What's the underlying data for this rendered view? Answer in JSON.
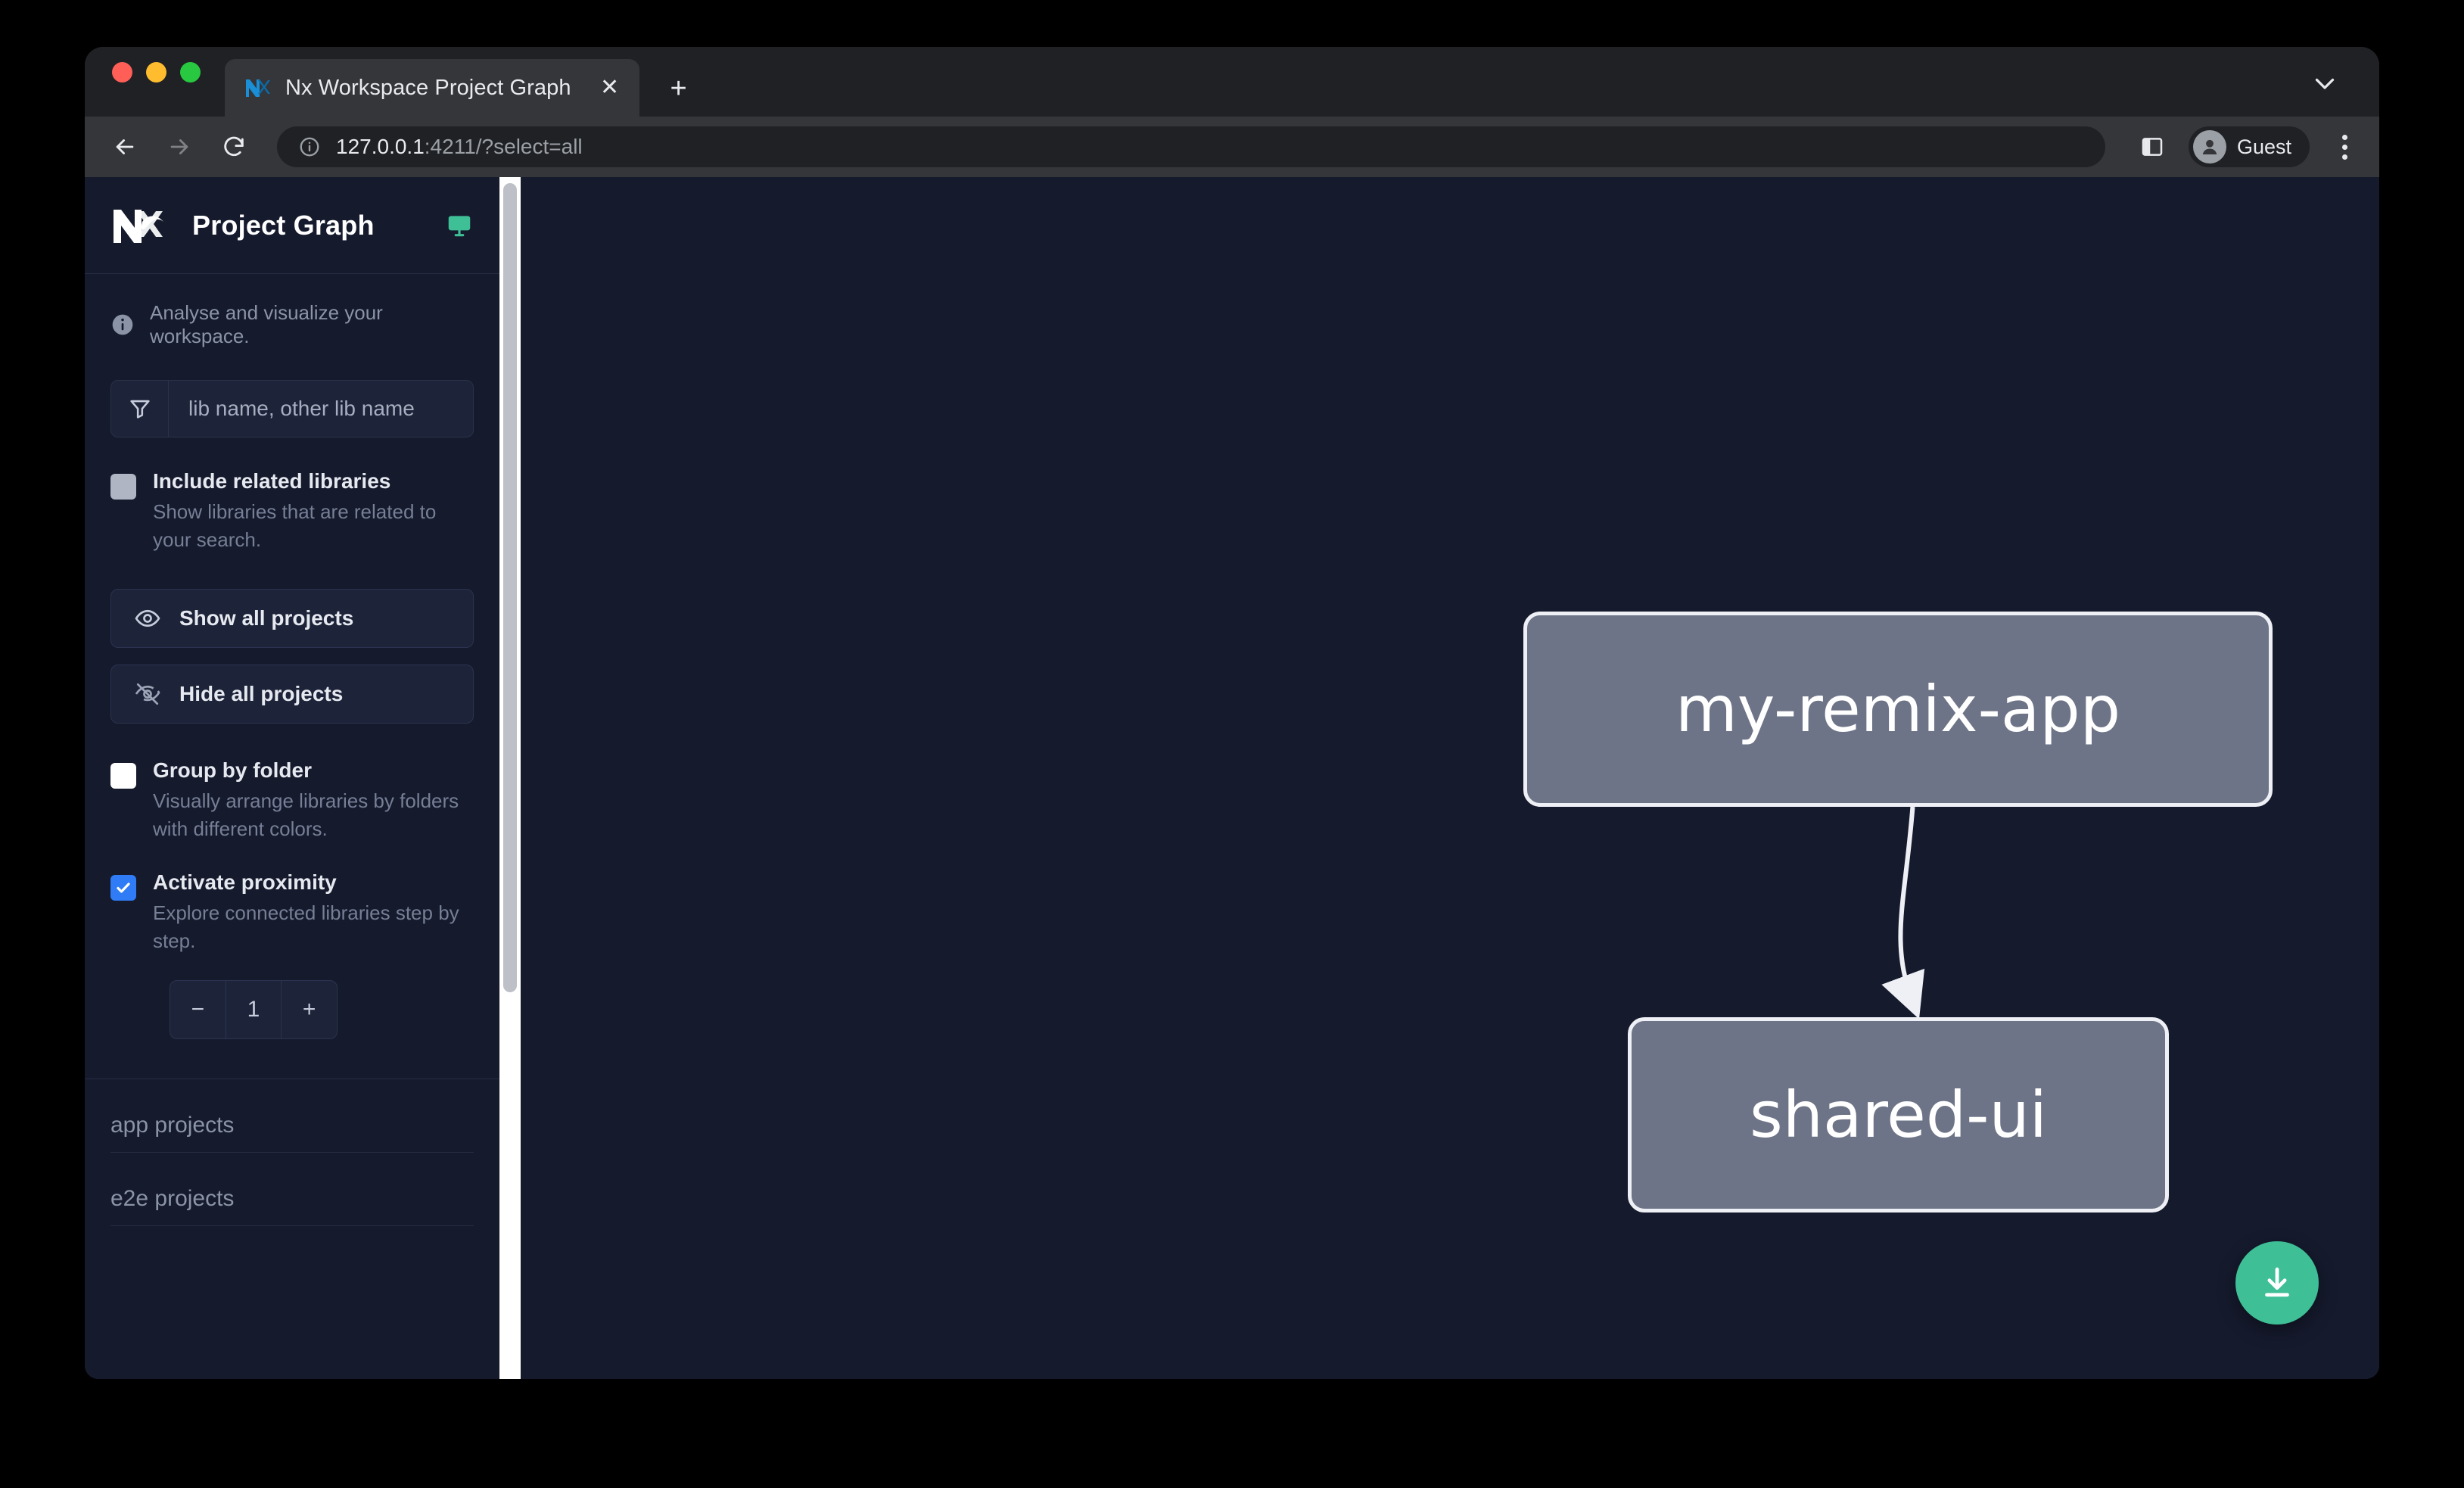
{
  "browser": {
    "tab": {
      "title": "Nx Workspace Project Graph",
      "favicon": "nx-favicon-icon",
      "close_label": "✕"
    },
    "new_tab_label": "+",
    "tab_list_icon": "chevron-down-icon",
    "toolbar": {
      "back_icon": "back-arrow-icon",
      "forward_icon": "forward-arrow-icon",
      "reload_icon": "reload-icon",
      "site_info_icon": "info-circle-icon",
      "url_host": "127.0.0.1",
      "url_rest": ":4211/?select=all",
      "side_panel_icon": "side-panel-icon",
      "profile_name": "Guest",
      "profile_icon": "account-avatar-icon",
      "menu_icon": "kebab-menu-icon"
    }
  },
  "sidebar": {
    "logo": "nx-logo-icon",
    "title": "Project Graph",
    "display_icon": "monitor-icon",
    "info": {
      "icon": "info-icon",
      "text": "Analyse and visualize your workspace."
    },
    "filter": {
      "icon": "funnel-icon",
      "placeholder": "lib name, other lib name",
      "value": ""
    },
    "options": [
      {
        "id": "include-related-libraries",
        "label": "Include related libraries",
        "description": "Show libraries that are related to your search.",
        "checked": false,
        "style": "grey"
      },
      {
        "id": "group-by-folder",
        "label": "Group by folder",
        "description": "Visually arrange libraries by folders with different colors.",
        "checked": false,
        "style": "white"
      },
      {
        "id": "activate-proximity",
        "label": "Activate proximity",
        "description": "Explore connected libraries step by step.",
        "checked": true,
        "style": "blue"
      }
    ],
    "buttons": [
      {
        "id": "show-all-projects",
        "icon": "eye-icon",
        "label": "Show all projects"
      },
      {
        "id": "hide-all-projects",
        "icon": "eye-off-icon",
        "label": "Hide all projects"
      }
    ],
    "stepper": {
      "decrement_label": "−",
      "value": "1",
      "increment_label": "+"
    },
    "sections": [
      {
        "id": "app-projects",
        "label": "app projects"
      },
      {
        "id": "e2e-projects",
        "label": "e2e projects"
      }
    ]
  },
  "graph": {
    "nodes": [
      {
        "id": "my-remix-app",
        "label": "my-remix-app"
      },
      {
        "id": "shared-ui",
        "label": "shared-ui"
      }
    ],
    "edges": [
      {
        "from": "my-remix-app",
        "to": "shared-ui"
      }
    ],
    "download_button": {
      "icon": "download-icon",
      "color": "#3fbf96"
    }
  },
  "colors": {
    "canvas_bg": "#151a2d",
    "sidebar_bg": "#151a2d",
    "node_fill": "#6e7487",
    "node_border": "#eef0f5",
    "accent_green": "#3fbf96",
    "checkbox_blue": "#2f7cf6"
  }
}
